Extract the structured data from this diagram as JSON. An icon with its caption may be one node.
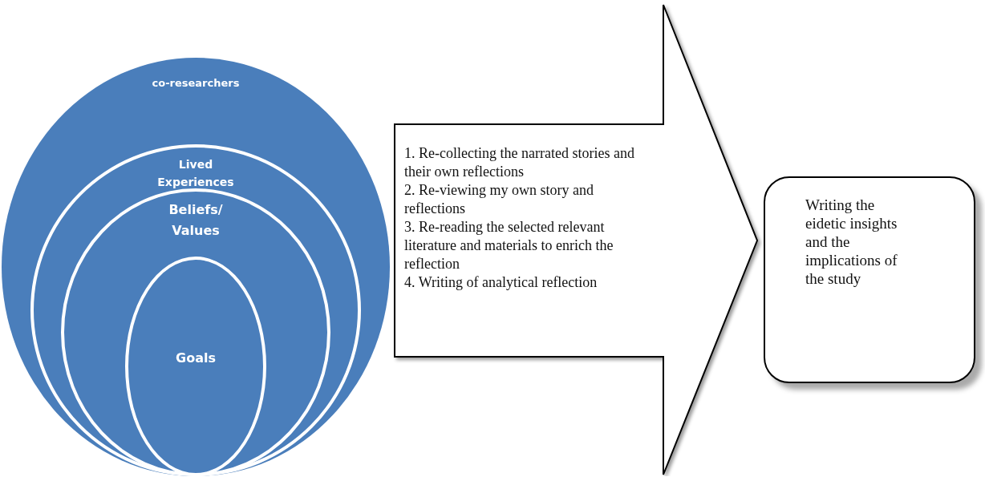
{
  "diagram": {
    "nodes": [
      {
        "text": [
          "co-researchers"
        ]
      },
      {
        "text": [
          "Lived Experiences"
        ],
        "in": 0
      },
      {
        "text": [
          "Beliefs/ Values"
        ],
        "in": 1
      },
      {
        "text": [
          "Goals"
        ],
        "in": 2
      },
      {
        "text": [
          "1. Re-collecting the narrated stories and their own reflections",
          "2. Re-viewing my own story and reflections",
          "3. Re-reading the selected relevant literature and materials to enrich the reflection",
          "4. Writing of analytical reflection"
        ]
      },
      {
        "text": [
          "Writing the eidetic insights and the implications of the study"
        ]
      }
    ]
  }
}
